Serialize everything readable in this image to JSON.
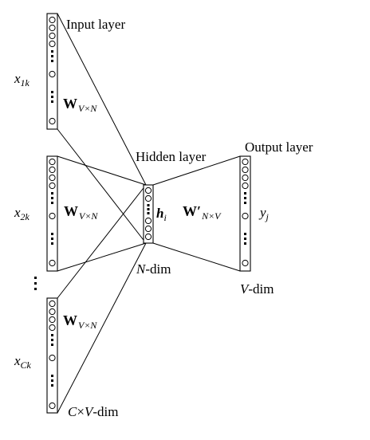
{
  "labels": {
    "input_layer": "Input layer",
    "hidden_layer": "Hidden layer",
    "output_layer": "Output layer",
    "n_dim": "N-dim",
    "v_dim": "V-dim",
    "cv_dim": "C×V-dim"
  },
  "math": {
    "w_bold": "W",
    "w_sub": "V×N",
    "w_prime": "W′",
    "w_prime_sub": "N×V",
    "x1k": "x",
    "x1k_sub": "1k",
    "x2k": "x",
    "x2k_sub": "2k",
    "xck": "x",
    "xck_sub": "Ck",
    "h": "h",
    "h_sub": "i",
    "y": "y",
    "y_sub": "j",
    "n_italic": "N",
    "n_rest": "-dim",
    "v_italic": "V",
    "v_rest": "-dim",
    "c_italic": "C",
    "times": "×",
    "cv_v_italic": "V",
    "cv_rest": "-dim"
  }
}
